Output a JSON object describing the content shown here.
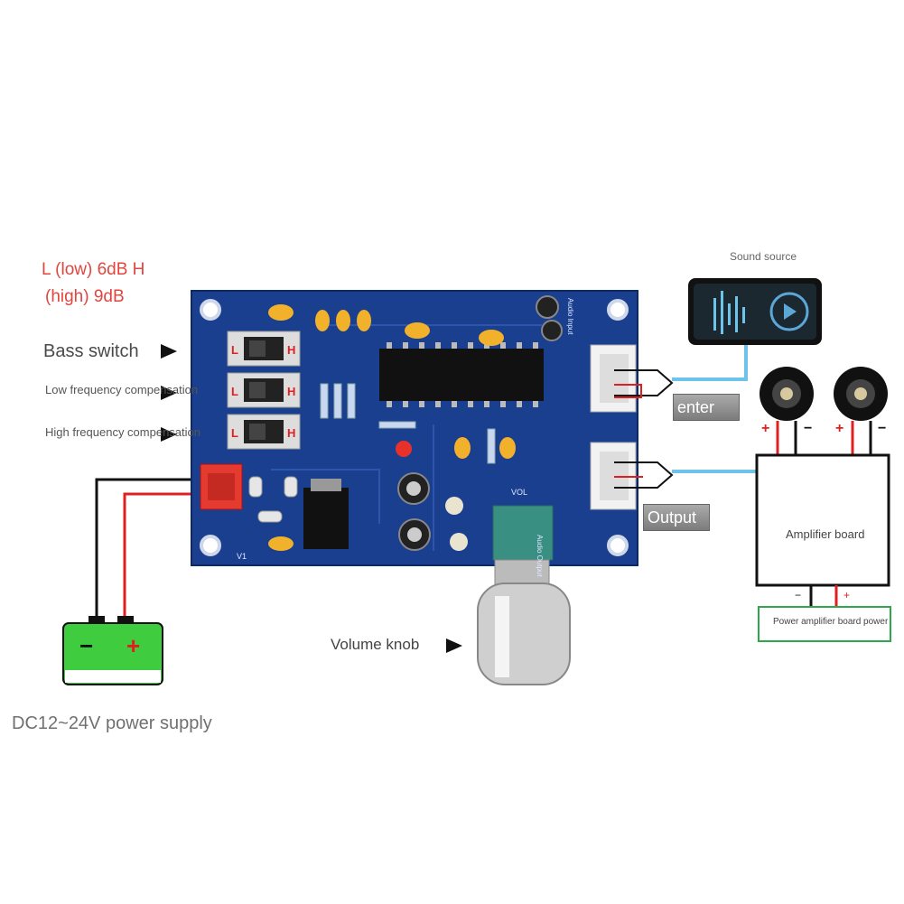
{
  "labels": {
    "gain_line1": "L (low) 6dB H",
    "gain_line2": "(high) 9dB",
    "bass_switch": "Bass switch",
    "low_freq": "Low frequency compensation",
    "high_freq": "High frequency compensation",
    "volume_knob": "Volume knob",
    "power_supply": "DC12~24V power supply",
    "sound_source": "Sound source",
    "enter": "enter",
    "output": "Output",
    "amplifier_board": "Amplifier board",
    "power_amp_board_power": "Power amplifier board power",
    "vol_mark": "VOL",
    "audio_input_mark": "Audio Input",
    "audio_output_mark": "Audio Output",
    "v1_mark": "V1",
    "switch_l": "L",
    "switch_h": "H",
    "plus": "+",
    "minus": "−"
  },
  "colors": {
    "pcb": "#1a3f8f",
    "wire_blue": "#6ec3ea",
    "wire_red": "#e02020",
    "battery_green": "#3fcc3f",
    "connector_red": "#e43a30"
  }
}
